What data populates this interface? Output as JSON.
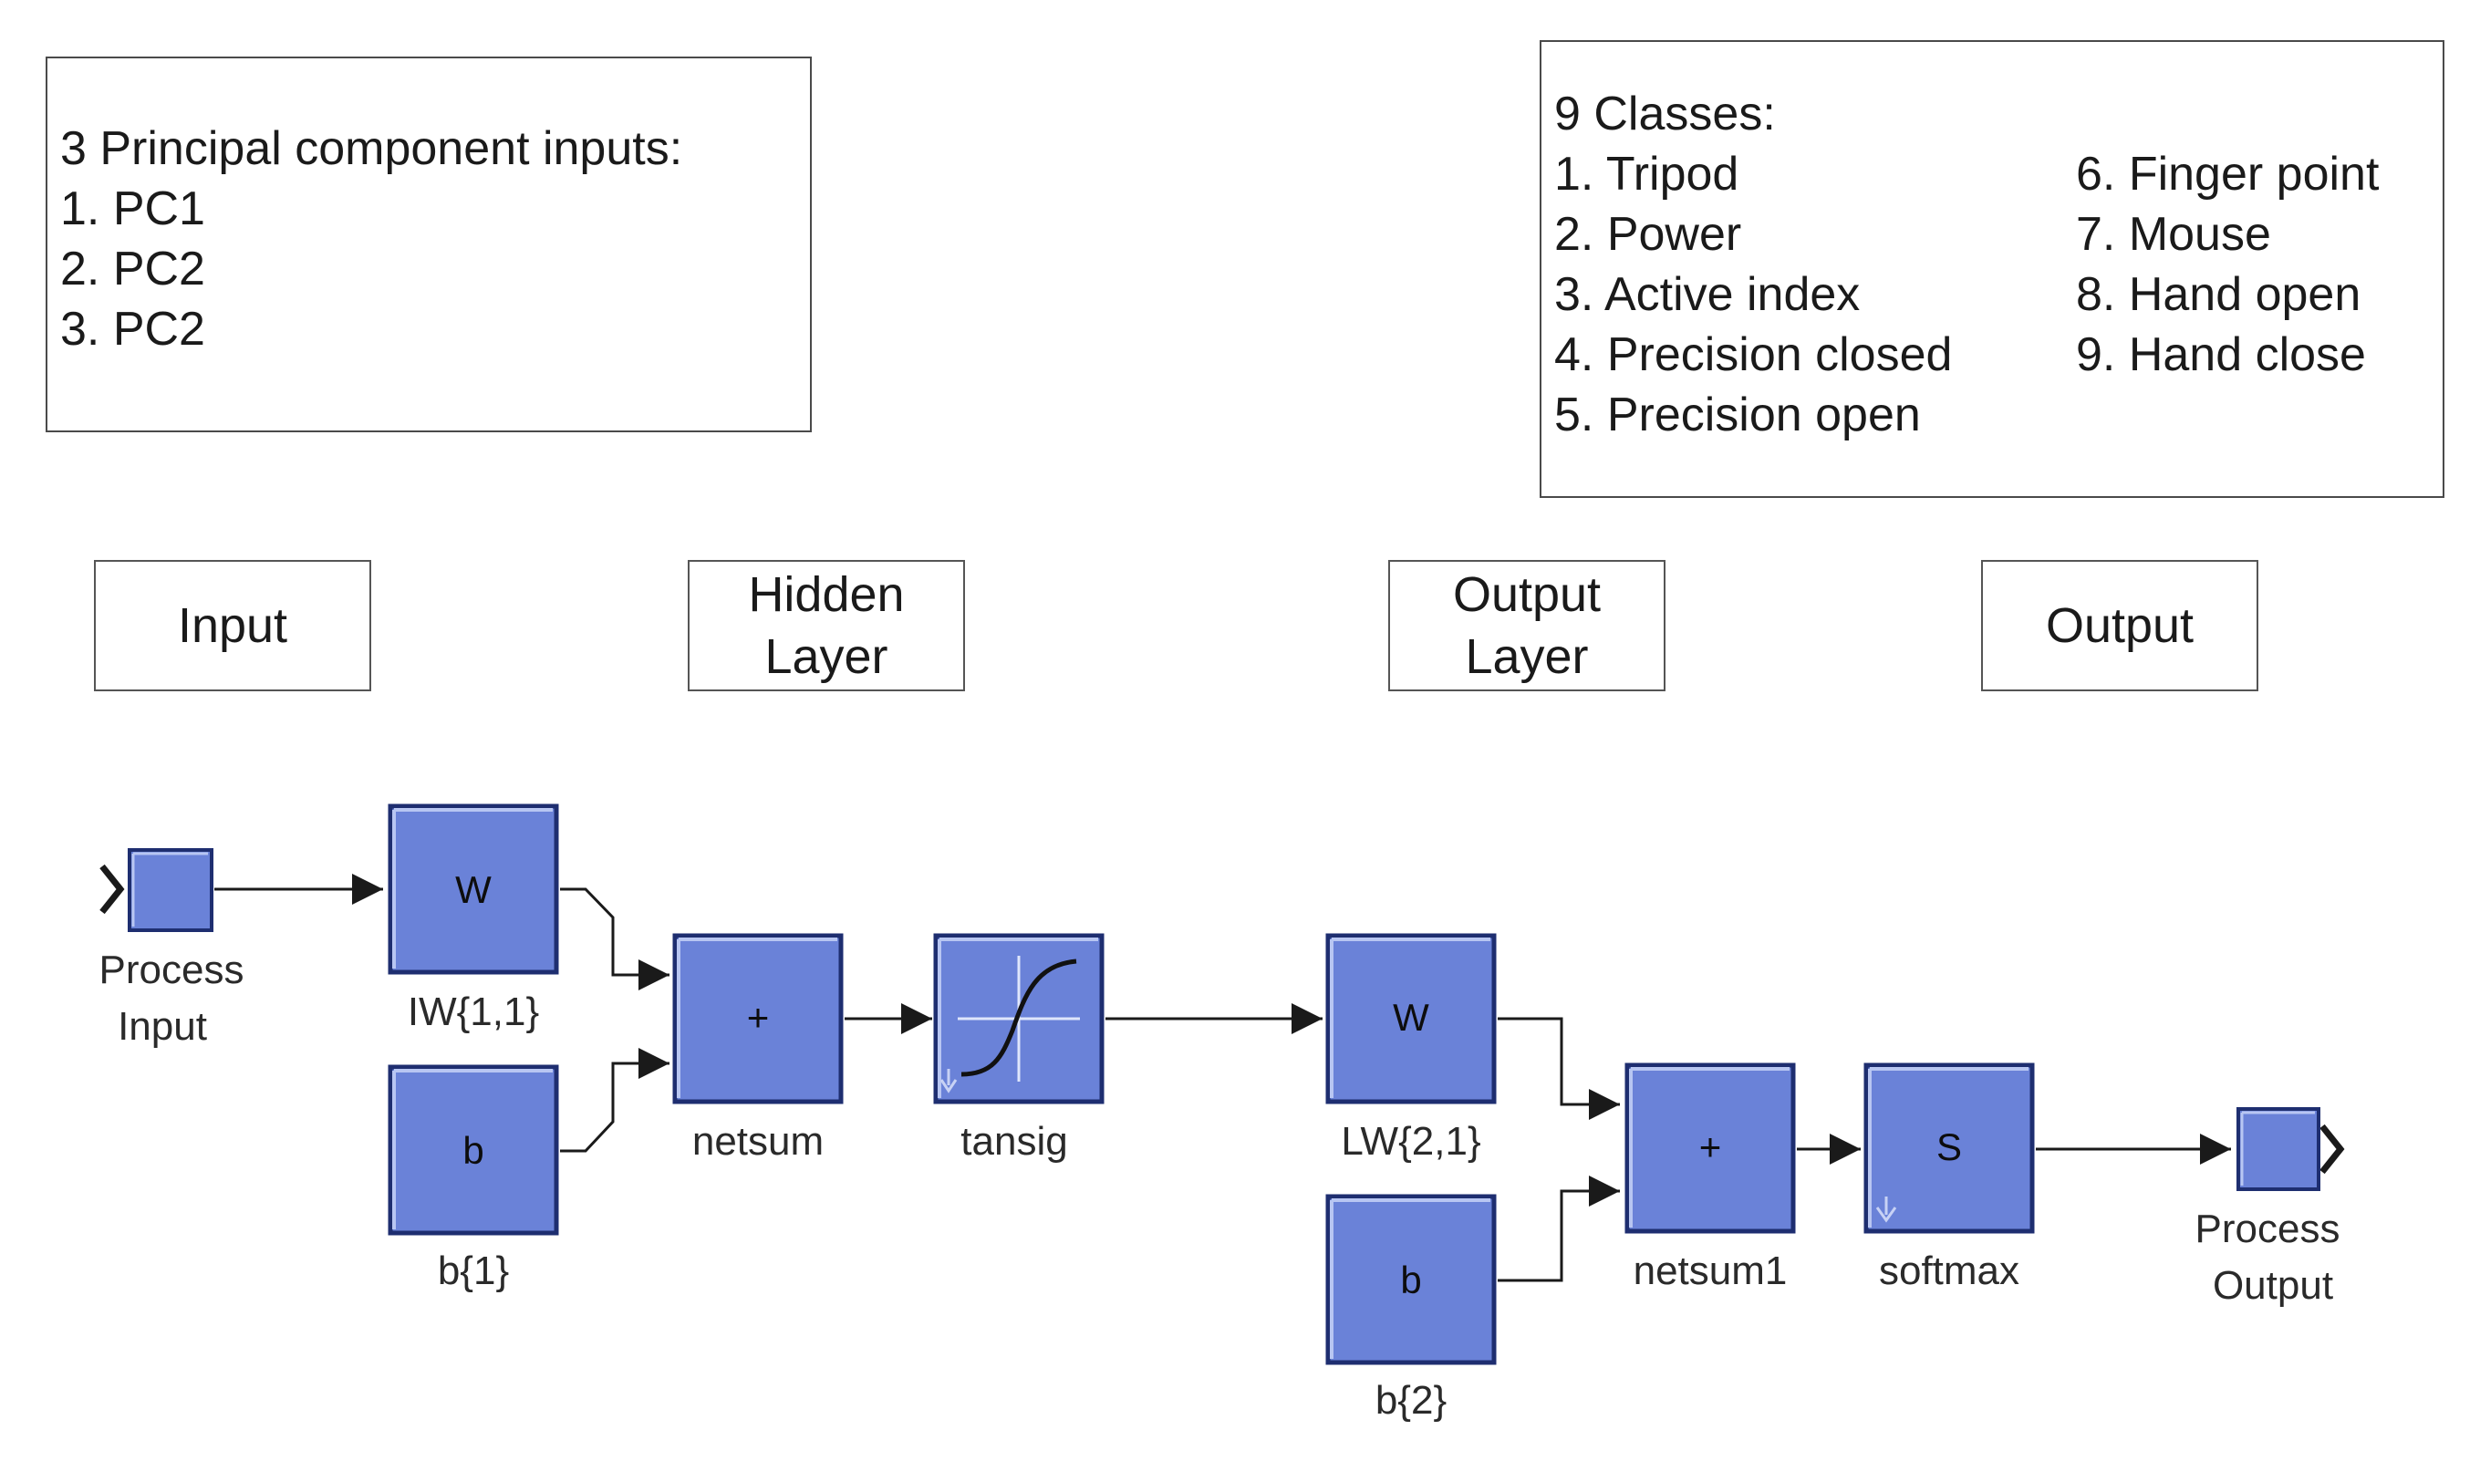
{
  "inputs_box": {
    "title": "3 Principal component inputs:",
    "items": [
      "1. PC1",
      "2. PC2",
      "3. PC2"
    ]
  },
  "classes_box": {
    "title": "9 Classes:",
    "left": [
      "1. Tripod",
      "2. Power",
      "3. Active index",
      "4. Precision closed",
      "5. Precision open"
    ],
    "right": [
      "6. Finger point",
      "7. Mouse",
      "8. Hand open",
      "9. Hand close"
    ]
  },
  "layers": {
    "input": "Input",
    "hidden": [
      "Hidden",
      "Layer"
    ],
    "output_layer": [
      "Output",
      "Layer"
    ],
    "output": "Output"
  },
  "blocks": {
    "process_input": {
      "label": [
        "Process",
        "Input"
      ]
    },
    "iw": {
      "symbol": "W",
      "label": "IW{1,1}"
    },
    "b1": {
      "symbol": "b",
      "label": "b{1}"
    },
    "netsum": {
      "symbol": "+",
      "label": "netsum"
    },
    "tansig": {
      "label": "tansig"
    },
    "lw": {
      "symbol": "W",
      "label": "LW{2,1}"
    },
    "b2": {
      "symbol": "b",
      "label": "b{2}"
    },
    "netsum1": {
      "symbol": "+",
      "label": "netsum1"
    },
    "softmax": {
      "symbol": "S",
      "label": "softmax"
    },
    "process_output": {
      "label": [
        "Process",
        "Output"
      ]
    }
  },
  "colors": {
    "block_fill": "#6a82d8",
    "block_edge": "#1e2e70",
    "line": "#1a1a1a",
    "box_border": "#4a4a4a"
  }
}
